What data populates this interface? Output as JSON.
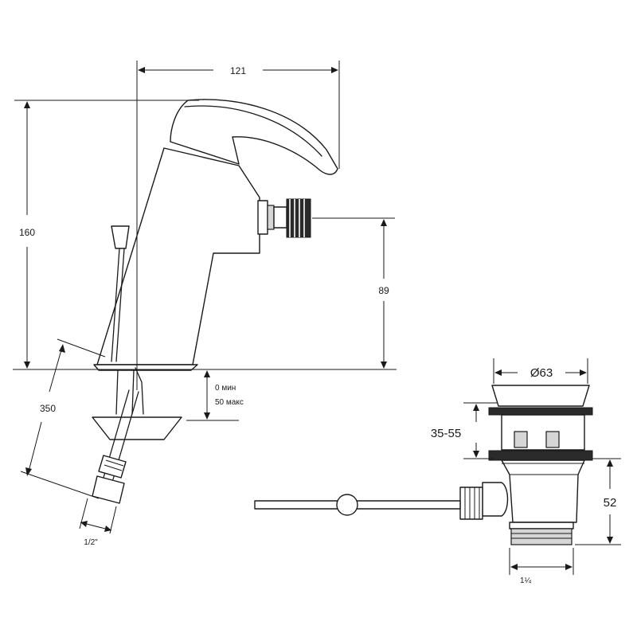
{
  "dimensions": {
    "width_top": "121",
    "height_total": "160",
    "outlet_height": "89",
    "hose_length": "350",
    "hose_thread": "1/2\"",
    "counter_min": "0 мин",
    "counter_max": "50 макс",
    "drain_diameter": "Ø63",
    "drain_range": "35-55",
    "drain_height": "52",
    "drain_thread": "1¼"
  }
}
